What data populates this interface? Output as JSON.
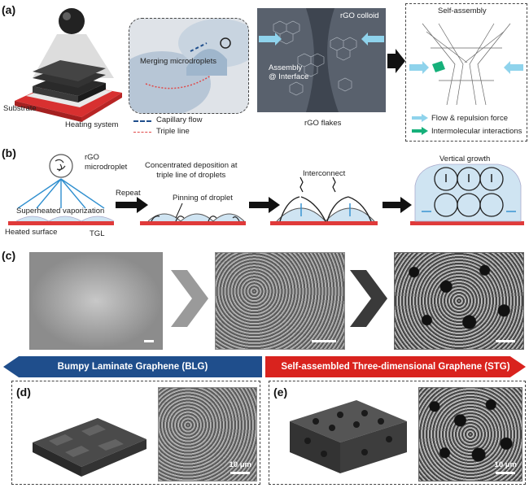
{
  "panels": {
    "a": {
      "label": "(a)",
      "substrate": "Substrate",
      "heating_system": "Heating system",
      "merging": "Merging microdroplets",
      "legend_capillary": "Capillary flow",
      "legend_triple": "Triple line",
      "rgo_colloid": "rGO colloid",
      "assembly": "Assembly\n@ Interface",
      "rgo_flakes": "rGO flakes",
      "self_assembly": "Self-assembly",
      "legend_flow": "Flow & repulsion force",
      "legend_inter": "Intermolecular interactions"
    },
    "b": {
      "label": "(b)",
      "rgo_micro": "rGO\nmicrodroplet",
      "superheated": "Superheated vaporization",
      "heated_surface": "Heated surface",
      "tgl": "TGL",
      "repeat": "Repeat",
      "concentrated": "Concentrated deposition at\ntriple line of droplets",
      "pinning": "Pinning of droplet",
      "interconnect": "Interconnect",
      "vertical": "Vertical growth"
    },
    "c": {
      "label": "(c)"
    },
    "banner_left": "Bumpy Laminate Graphene (BLG)",
    "banner_right": "Self-assembled Three-dimensional Graphene (STG)",
    "d": {
      "label": "(d)",
      "scale": "10 μm"
    },
    "e": {
      "label": "(e)",
      "scale": "10 μm"
    }
  },
  "colors": {
    "banner_left": "#1f4e8c",
    "banner_right": "#d9231e",
    "red_surface": "#e03a3a",
    "cyan_arrow": "#7fd0e8",
    "green_arrow": "#16b07a"
  }
}
